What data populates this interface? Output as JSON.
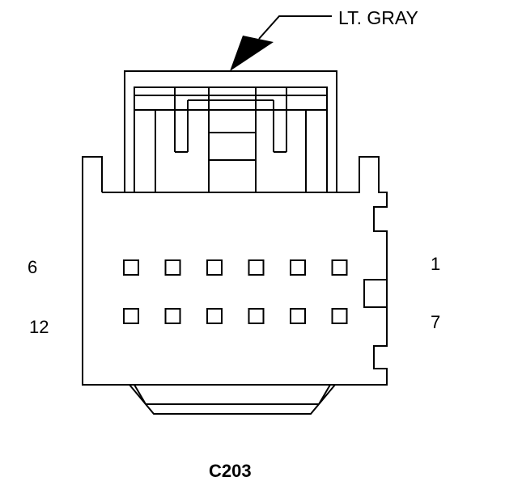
{
  "callout": {
    "text": "LT. GRAY"
  },
  "connector": {
    "id": "C203"
  },
  "pin_labels": {
    "top_left": "6",
    "top_right": "1",
    "bottom_left": "12",
    "bottom_right": "7"
  },
  "cavities": {
    "rows": 2,
    "columns": 6
  }
}
